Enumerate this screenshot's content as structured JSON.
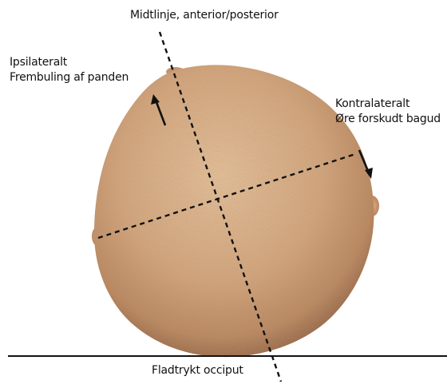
{
  "labels": {
    "midline": "Midtlinje, anterior/posterior",
    "ipsilateral_line1": "Ipsilateralt",
    "ipsilateral_line2": "Frembuling af panden",
    "contralateral_line1": "Kontralateralt",
    "contralateral_line2": "Øre forskudt bagud",
    "flattened_occiput": "Fladtrykt occiput"
  },
  "colors": {
    "skin_light": "#e3b98d",
    "skin_mid": "#c99870",
    "skin_dark": "#8f5f40",
    "ink": "#111111",
    "background": "#ffffff"
  },
  "icons": {
    "arrow_forward": "arrow-up-left-icon",
    "arrow_back": "arrow-down-right-icon"
  }
}
